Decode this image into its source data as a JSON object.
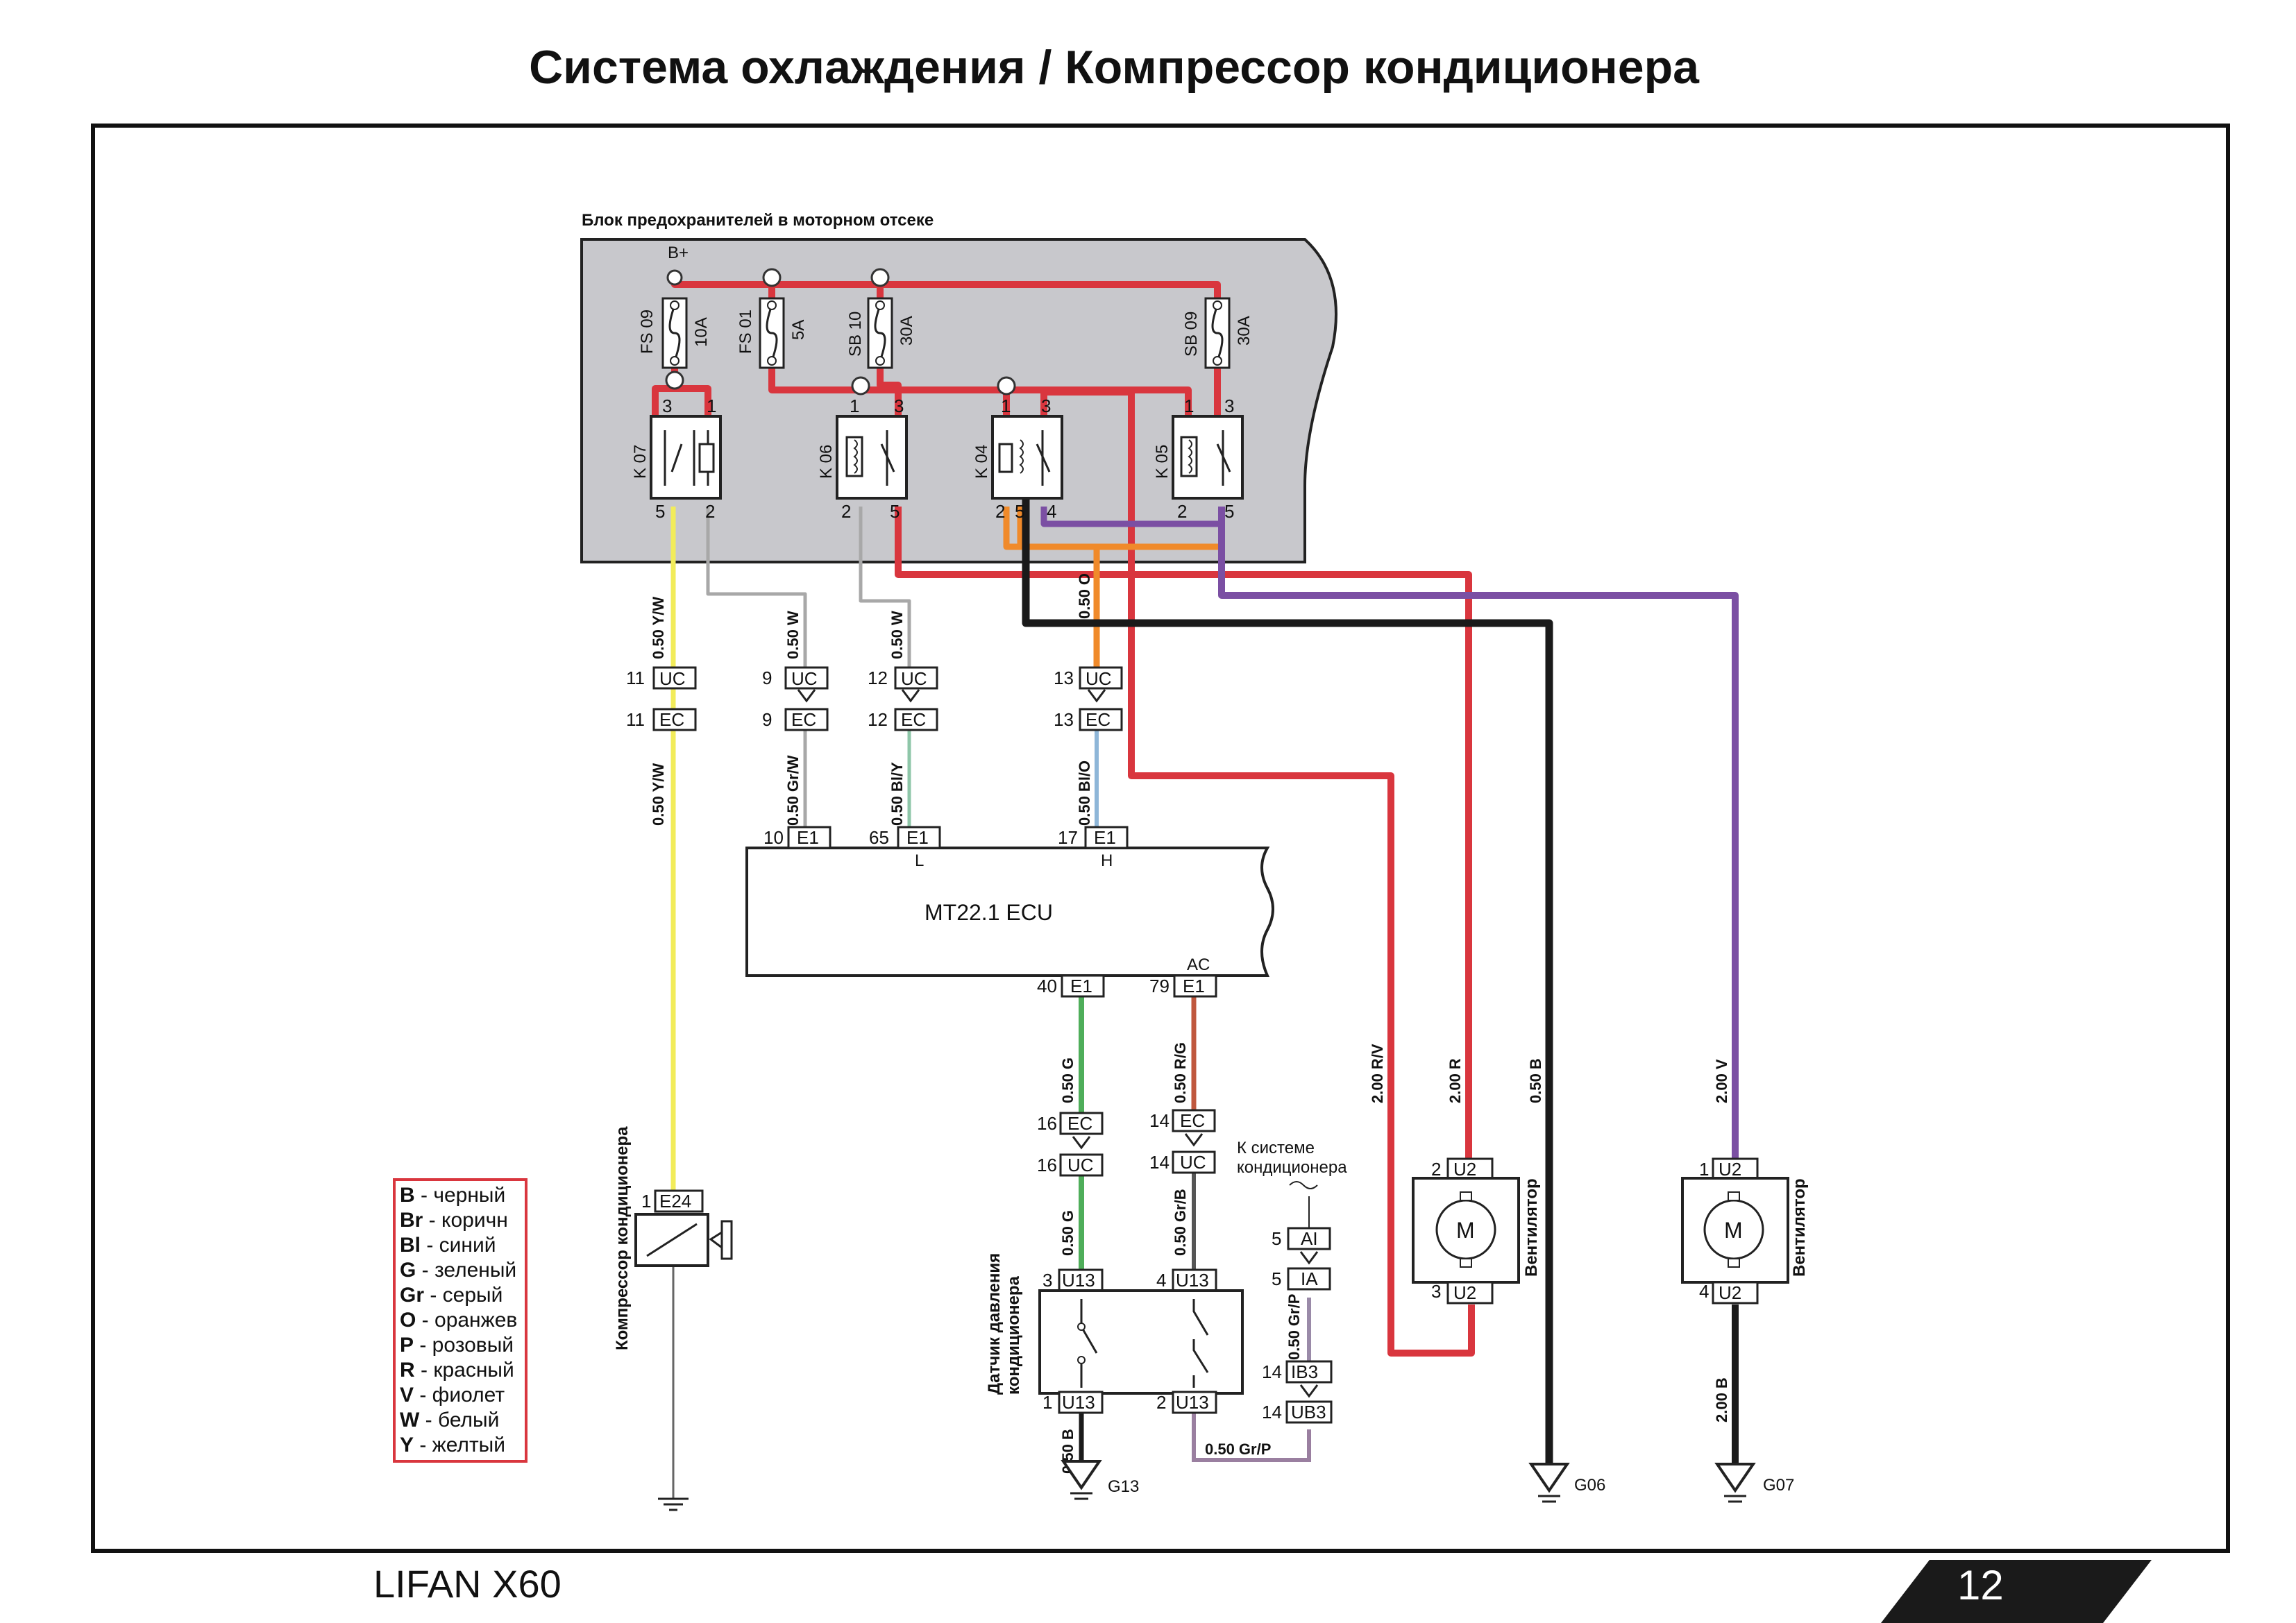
{
  "title": "Система охлаждения / Компрессор кондиционера",
  "footer": {
    "model": "LIFAN X60",
    "page": "12"
  },
  "fuse_box": {
    "label": "Блок предохранителей в моторном отсеке",
    "bplus": "B+",
    "fuses": [
      {
        "id": "FS 09",
        "rating": "10A"
      },
      {
        "id": "FS 01",
        "rating": "5A"
      },
      {
        "id": "SB 10",
        "rating": "30A"
      },
      {
        "id": "SB 09",
        "rating": "30A"
      }
    ],
    "relays": [
      {
        "id": "K 07",
        "pins": [
          "3",
          "1",
          "5",
          "2"
        ]
      },
      {
        "id": "K 06",
        "pins": [
          "1",
          "3",
          "2",
          "5"
        ]
      },
      {
        "id": "K 04",
        "pins": [
          "1",
          "3",
          "2",
          "5",
          "4"
        ]
      },
      {
        "id": "K 05",
        "pins": [
          "1",
          "3",
          "2",
          "5"
        ]
      }
    ]
  },
  "connectors": {
    "uc": "UC",
    "ec": "EC",
    "e1": "E1",
    "u13": "U13",
    "u2": "U2",
    "e24": "E24",
    "ai": "AI",
    "ia": "IA",
    "ib3": "IB3",
    "ub3": "UB3",
    "pins": {
      "p11": "11",
      "p9": "9",
      "p12": "12",
      "p13": "13",
      "p10": "10",
      "p65": "65",
      "p17": "17",
      "p40": "40",
      "p79": "79",
      "p16": "16",
      "p14": "14",
      "p1": "1",
      "p2": "2",
      "p3": "3",
      "p4": "4",
      "p5": "5"
    }
  },
  "wires": {
    "yw_upper": "0.50  Y/W",
    "yw_lower": "0.50  Y/W",
    "w9": "0.50  W",
    "w12": "0.50  W",
    "o13": "0.50  O",
    "grw": "0.50  Gr/W",
    "bly": "0.50  Bl/Y",
    "blo": "0.50  Bl/O",
    "g_upper": "0.50  G",
    "rg": "0.50  R/G",
    "g_lower": "0.50  G",
    "grb": "0.50  Gr/B",
    "rv": "2.00  R/V",
    "r": "2.00  R",
    "b050": "0.50  B",
    "v": "2.00  V",
    "b_g13": "0.50  B",
    "b_g07": "2.00  B",
    "grp_v": "0.50  Gr/P",
    "grp_h": "0.50  Gr/P"
  },
  "ecu": {
    "label": "MT22.1 ECU",
    "l": "L",
    "h": "H",
    "ac": "AC"
  },
  "components": {
    "compressor": "Компрессор кондиционера",
    "pressure_sensor_1": "Датчик давления",
    "pressure_sensor_2": "кондиционера",
    "fan": "Вентилятор",
    "motor": "M",
    "to_ac_1": "К системе",
    "to_ac_2": "кондиционера"
  },
  "grounds": {
    "g13": "G13",
    "g06": "G06",
    "g07": "G07"
  },
  "legend": [
    {
      "key": "B",
      "value": " - черный"
    },
    {
      "key": "Br",
      "value": " - коричн"
    },
    {
      "key": "Bl",
      "value": " - синий"
    },
    {
      "key": "G",
      "value": " - зеленый"
    },
    {
      "key": "Gr",
      "value": " - серый"
    },
    {
      "key": "O",
      "value": " - оранжев"
    },
    {
      "key": "P",
      "value": " - розовый"
    },
    {
      "key": "R",
      "value": " - красный"
    },
    {
      "key": "V",
      "value": " - фиолет"
    },
    {
      "key": "W",
      "value": " - белый"
    },
    {
      "key": "Y",
      "value": " - желтый"
    }
  ],
  "colors": {
    "red": "#d9363e",
    "orange": "#f08a2a",
    "purple": "#7b4fa3",
    "black": "#1a1a1a",
    "yellow": "#f2ec5a",
    "grey": "#a0a0a0",
    "green": "#4fae5a",
    "blue": "#8eb6d8",
    "pink": "#b5657a",
    "fusebox": "#c8c8cc"
  }
}
